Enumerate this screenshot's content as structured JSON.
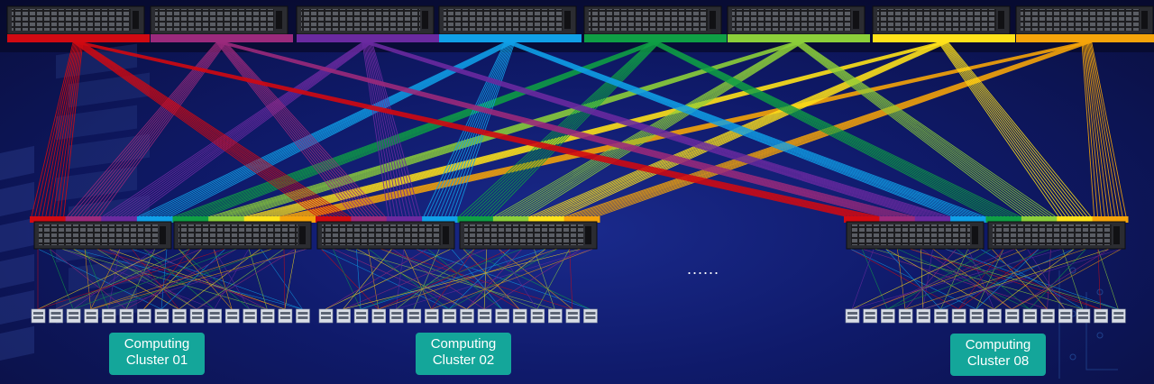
{
  "colors": {
    "links": [
      "#d10a12",
      "#9b2a7c",
      "#6a2aa0",
      "#10a0e8",
      "#0f9f45",
      "#8ccf3a",
      "#ffe21a",
      "#f5a40a"
    ],
    "label_bg": "#14a69a"
  },
  "spine_switch_count": 8,
  "clusters": [
    {
      "label": "Computing Cluster 01",
      "line1": "Computing",
      "line2": "Cluster 01"
    },
    {
      "label": "Computing Cluster 02",
      "line1": "Computing",
      "line2": "Cluster 02"
    },
    {
      "label": "Computing Cluster 08",
      "line1": "Computing",
      "line2": "Cluster 08"
    }
  ],
  "ellipsis": "......"
}
